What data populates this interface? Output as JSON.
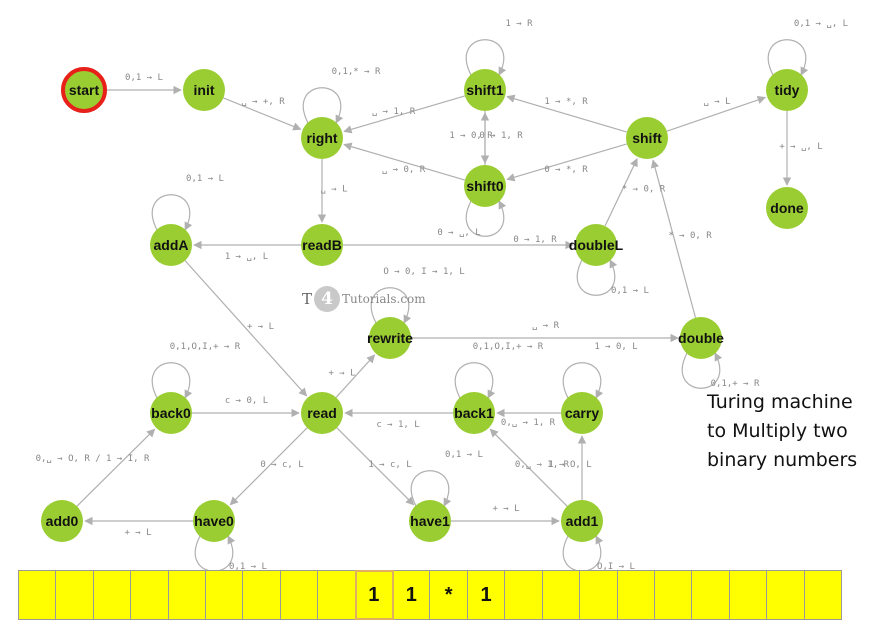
{
  "diagram": {
    "title_lines": [
      "Turing machine",
      "to Multiply two",
      "binary numbers"
    ],
    "watermark": {
      "t": "T",
      "four": "4",
      "rest": "Tutorials.com"
    },
    "start_state": "start",
    "states": [
      {
        "id": "start",
        "label": "start"
      },
      {
        "id": "init",
        "label": "init"
      },
      {
        "id": "right",
        "label": "right"
      },
      {
        "id": "shift1",
        "label": "shift1"
      },
      {
        "id": "shift0",
        "label": "shift0"
      },
      {
        "id": "shift",
        "label": "shift"
      },
      {
        "id": "tidy",
        "label": "tidy"
      },
      {
        "id": "done",
        "label": "done"
      },
      {
        "id": "addA",
        "label": "addA"
      },
      {
        "id": "readB",
        "label": "readB"
      },
      {
        "id": "doubleL",
        "label": "doubleL"
      },
      {
        "id": "rewrite",
        "label": "rewrite"
      },
      {
        "id": "double",
        "label": "double"
      },
      {
        "id": "back0",
        "label": "back0"
      },
      {
        "id": "read",
        "label": "read"
      },
      {
        "id": "back1",
        "label": "back1"
      },
      {
        "id": "carry",
        "label": "carry"
      },
      {
        "id": "add0",
        "label": "add0"
      },
      {
        "id": "have0",
        "label": "have0"
      },
      {
        "id": "have1",
        "label": "have1"
      },
      {
        "id": "add1",
        "label": "add1"
      }
    ],
    "transitions": [
      {
        "from": "start",
        "to": "init",
        "label": "0,1 → L"
      },
      {
        "from": "init",
        "to": "right",
        "label": "␣ → +, R"
      },
      {
        "from": "right",
        "to": "right",
        "label": "0,1,* → R"
      },
      {
        "from": "right",
        "to": "readB",
        "label": "␣ → L"
      },
      {
        "from": "shift1",
        "to": "shift1",
        "label": "1 → R"
      },
      {
        "from": "shift1",
        "to": "right",
        "label": "␣ → 1, R"
      },
      {
        "from": "shift1",
        "to": "shift0",
        "label": "1 → 0, R"
      },
      {
        "from": "shift0",
        "to": "shift0",
        "label": "0 → 1, R"
      },
      {
        "from": "shift0",
        "to": "right",
        "label": "␣ → 0, R"
      },
      {
        "from": "shift0",
        "to": "shift1",
        "label": "0 → 1, R"
      },
      {
        "from": "shift",
        "to": "shift1",
        "label": "1 → *, R"
      },
      {
        "from": "shift",
        "to": "shift0",
        "label": "0 → *, R"
      },
      {
        "from": "shift",
        "to": "tidy",
        "label": "␣ → L"
      },
      {
        "from": "tidy",
        "to": "tidy",
        "label": "0,1 → ␣, L"
      },
      {
        "from": "tidy",
        "to": "done",
        "label": "+ → ␣, L"
      },
      {
        "from": "addA",
        "to": "addA",
        "label": "0,1 → L"
      },
      {
        "from": "readB",
        "to": "addA",
        "label": "1 → ␣, L"
      },
      {
        "from": "readB",
        "to": "doubleL",
        "label": "0 → ␣, L"
      },
      {
        "from": "doubleL",
        "to": "doubleL",
        "label": "0,1 → L"
      },
      {
        "from": "doubleL",
        "to": "shift",
        "label": "* → 0, R"
      },
      {
        "from": "double",
        "to": "double",
        "label": "0,1,+ → R"
      },
      {
        "from": "double",
        "to": "shift",
        "label": "* → 0, R"
      },
      {
        "from": "rewrite",
        "to": "rewrite",
        "label": "O → 0, I → 1, L"
      },
      {
        "from": "rewrite",
        "to": "double",
        "label": "␣ → R"
      },
      {
        "from": "addA",
        "to": "read",
        "label": "+ → L"
      },
      {
        "from": "read",
        "to": "rewrite",
        "label": "+ → L"
      },
      {
        "from": "back0",
        "to": "back0",
        "label": "0,1,O,I,+ → R"
      },
      {
        "from": "back0",
        "to": "read",
        "label": "c → 0, L"
      },
      {
        "from": "back1",
        "to": "back1",
        "label": "0,1,O,I,+ → R"
      },
      {
        "from": "back1",
        "to": "read",
        "label": "c → 1, L"
      },
      {
        "from": "carry",
        "to": "carry",
        "label": "1 → 0, L"
      },
      {
        "from": "carry",
        "to": "back1",
        "label": "0,␣ → 1, R"
      },
      {
        "from": "read",
        "to": "have0",
        "label": "0 → c, L"
      },
      {
        "from": "read",
        "to": "have1",
        "label": "1 → c, L"
      },
      {
        "from": "have0",
        "to": "have0",
        "label": "0,1 → L"
      },
      {
        "from": "have0",
        "to": "add0",
        "label": "+ → L"
      },
      {
        "from": "add0",
        "to": "back0",
        "label": "0,␣ → O, R / 1 → I, R"
      },
      {
        "from": "have1",
        "to": "have1",
        "label": "0,1 → L"
      },
      {
        "from": "have1",
        "to": "add1",
        "label": "+ → L"
      },
      {
        "from": "add1",
        "to": "add1",
        "label": "O,I → L"
      },
      {
        "from": "add1",
        "to": "back1",
        "label": "0,␣ → I, R"
      },
      {
        "from": "add1",
        "to": "carry",
        "label": "1 → O, L"
      }
    ]
  },
  "tape": {
    "cells": [
      "",
      "",
      "",
      "",
      "",
      "",
      "",
      "",
      "",
      "1",
      "1",
      "*",
      "1",
      "",
      "",
      "",
      "",
      "",
      "",
      "",
      "",
      ""
    ],
    "head_index": 9,
    "color": "#ffff00"
  },
  "colors": {
    "node": "#9acd32",
    "start_ring": "#e8201a",
    "edge": "#b0b0b0"
  }
}
